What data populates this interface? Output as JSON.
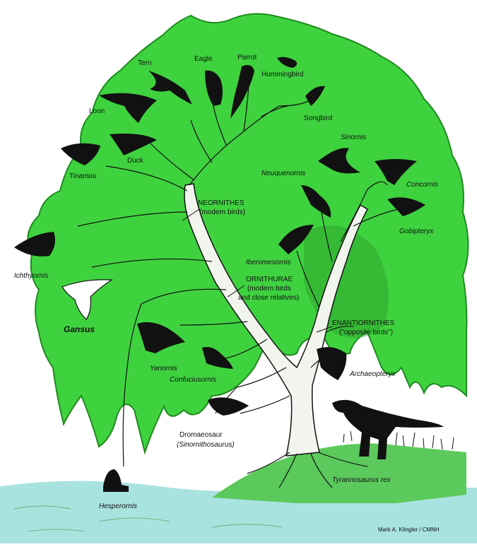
{
  "colors": {
    "canopy": "#3fd23f",
    "canopy_edge": "#1f8a1f",
    "canopy_dark": "#2fa52f",
    "trunk": "#f2f4ee",
    "ink": "#111111",
    "water": "#a9e3e0",
    "ground": "#5bc95b",
    "gansus": "#ffffff"
  },
  "labels": {
    "tern": "Tern",
    "eagle": "Eagle",
    "parrot": "Parrot",
    "hummingbird": "Hummingbird",
    "loon": "Loon",
    "songbird": "Songbird",
    "duck": "Duck",
    "tinamou": "Tinamou",
    "sinornis": "Sinornis",
    "neuquenornis": "Neuquenornis",
    "concornis": "Concornis",
    "gobipteryx": "Gobipteryx",
    "iberomesornis": "Iberomesornis",
    "ichthyornis": "Ichthyornis",
    "gansus": "Gansus",
    "yanornis": "Yanornis",
    "confuciusornis": "Confuciusornis",
    "archaeopteryx": "Archaeopteryx",
    "dromaeosaur": "Dromaeosaur",
    "sinornithosaurus": "(Sinornithosaurus)",
    "tyrannosaurus": "Tyrannosaurus rex",
    "hesperornis": "Hesperornis"
  },
  "clades": {
    "neornithes_name": "NEORNITHES",
    "neornithes_desc": "(modern birds)",
    "ornithurae_name": "ORNITHURAE",
    "ornithurae_desc_1": "(modern birds",
    "ornithurae_desc_2": "and close relatives)",
    "enantiornithes_name": "ENANTIORNITHES",
    "enantiornithes_desc": "(\"opposite birds\")"
  },
  "credit": "Mark A. Klingler / CMNH"
}
